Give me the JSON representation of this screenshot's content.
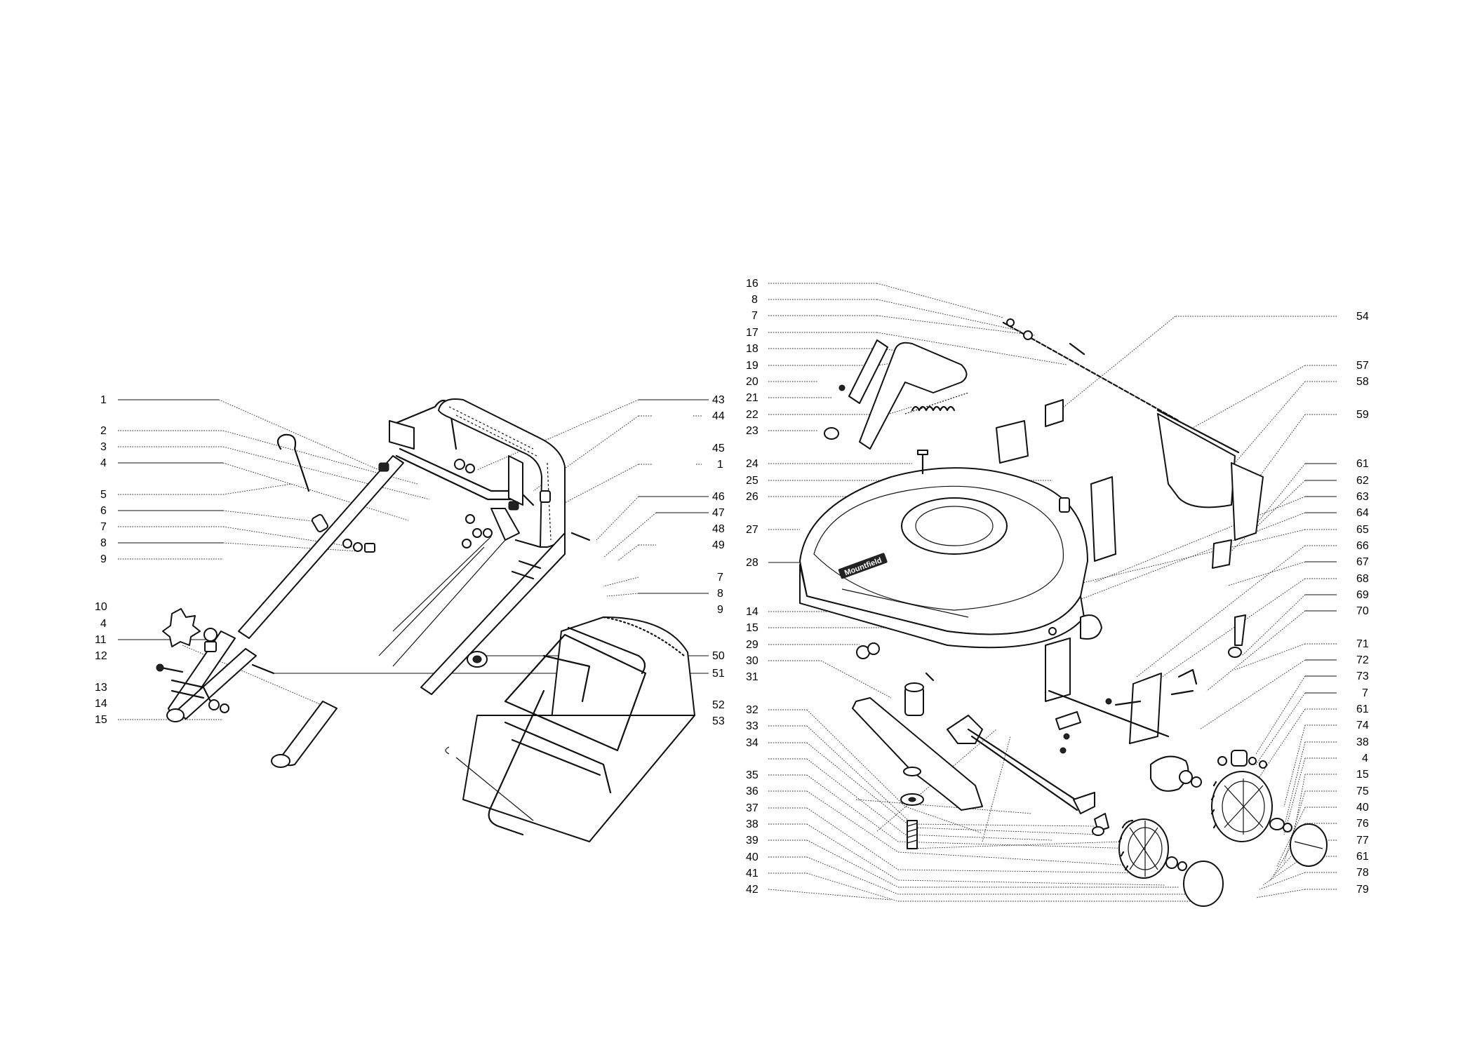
{
  "diagram": {
    "brand_label": "Mountfield",
    "left_labels": [
      {
        "id": "l1",
        "text": "1"
      },
      {
        "id": "l2",
        "text": "2"
      },
      {
        "id": "l3",
        "text": "3"
      },
      {
        "id": "l4",
        "text": "4"
      },
      {
        "id": "l5",
        "text": "5"
      },
      {
        "id": "l6",
        "text": "6"
      },
      {
        "id": "l7",
        "text": "7"
      },
      {
        "id": "l8",
        "text": "8"
      },
      {
        "id": "l9",
        "text": "9"
      },
      {
        "id": "l10",
        "text": "10"
      },
      {
        "id": "l11",
        "text": "4"
      },
      {
        "id": "l12",
        "text": "11"
      },
      {
        "id": "l13",
        "text": "12"
      },
      {
        "id": "l14",
        "text": "13"
      },
      {
        "id": "l15",
        "text": "14"
      },
      {
        "id": "l16",
        "text": "15"
      }
    ],
    "middle_labels": [
      {
        "id": "m1",
        "text": "43"
      },
      {
        "id": "m2",
        "text": "44"
      },
      {
        "id": "m3",
        "text": "45"
      },
      {
        "id": "m4",
        "text": "1"
      },
      {
        "id": "m5",
        "text": "46"
      },
      {
        "id": "m6",
        "text": "47"
      },
      {
        "id": "m7",
        "text": "48"
      },
      {
        "id": "m8",
        "text": "49"
      },
      {
        "id": "m9",
        "text": "7"
      },
      {
        "id": "m10",
        "text": "8"
      },
      {
        "id": "m11",
        "text": "9"
      },
      {
        "id": "m12",
        "text": "50"
      },
      {
        "id": "m13",
        "text": "51"
      },
      {
        "id": "m14",
        "text": "52"
      },
      {
        "id": "m15",
        "text": "53"
      }
    ],
    "right_left_labels": [
      {
        "id": "r1",
        "text": "16"
      },
      {
        "id": "r2",
        "text": "8"
      },
      {
        "id": "r3",
        "text": "7"
      },
      {
        "id": "r4",
        "text": "17"
      },
      {
        "id": "r5",
        "text": "18"
      },
      {
        "id": "r6",
        "text": "19"
      },
      {
        "id": "r7",
        "text": "20"
      },
      {
        "id": "r8",
        "text": "21"
      },
      {
        "id": "r9",
        "text": "22"
      },
      {
        "id": "r10",
        "text": "23"
      },
      {
        "id": "r11",
        "text": "24"
      },
      {
        "id": "r12",
        "text": "25"
      },
      {
        "id": "r13",
        "text": "26"
      },
      {
        "id": "r14",
        "text": "27"
      },
      {
        "id": "r15",
        "text": "28"
      },
      {
        "id": "r16",
        "text": "14"
      },
      {
        "id": "r17",
        "text": "15"
      },
      {
        "id": "r18",
        "text": "29"
      },
      {
        "id": "r19",
        "text": "30"
      },
      {
        "id": "r20",
        "text": "31"
      },
      {
        "id": "r21",
        "text": "32"
      },
      {
        "id": "r22",
        "text": "33"
      },
      {
        "id": "r23",
        "text": "34"
      },
      {
        "id": "r24",
        "text": "35"
      },
      {
        "id": "r25",
        "text": "36"
      },
      {
        "id": "r26",
        "text": "37"
      },
      {
        "id": "r27",
        "text": "38"
      },
      {
        "id": "r28",
        "text": "39"
      },
      {
        "id": "r29",
        "text": "40"
      },
      {
        "id": "r30",
        "text": "41"
      },
      {
        "id": "r31",
        "text": "42"
      }
    ],
    "right_right_labels": [
      {
        "id": "q1",
        "text": "54"
      },
      {
        "id": "q2",
        "text": "57"
      },
      {
        "id": "q3",
        "text": "58"
      },
      {
        "id": "q4",
        "text": "59"
      },
      {
        "id": "q5",
        "text": "61"
      },
      {
        "id": "q6",
        "text": "62"
      },
      {
        "id": "q7",
        "text": "63"
      },
      {
        "id": "q8",
        "text": "64"
      },
      {
        "id": "q9",
        "text": "65"
      },
      {
        "id": "q10",
        "text": "66"
      },
      {
        "id": "q11",
        "text": "67"
      },
      {
        "id": "q12",
        "text": "68"
      },
      {
        "id": "q13",
        "text": "69"
      },
      {
        "id": "q14",
        "text": "70"
      },
      {
        "id": "q15",
        "text": "71"
      },
      {
        "id": "q16",
        "text": "72"
      },
      {
        "id": "q17",
        "text": "73"
      },
      {
        "id": "q18",
        "text": "7"
      },
      {
        "id": "q19",
        "text": "61"
      },
      {
        "id": "q20",
        "text": "74"
      },
      {
        "id": "q21",
        "text": "38"
      },
      {
        "id": "q22",
        "text": "4"
      },
      {
        "id": "q23",
        "text": "15"
      },
      {
        "id": "q24",
        "text": "75"
      },
      {
        "id": "q25",
        "text": "40"
      },
      {
        "id": "q26",
        "text": "76"
      },
      {
        "id": "q27",
        "text": "77"
      },
      {
        "id": "q28",
        "text": "61"
      },
      {
        "id": "q29",
        "text": "78"
      },
      {
        "id": "q30",
        "text": "79"
      }
    ]
  }
}
